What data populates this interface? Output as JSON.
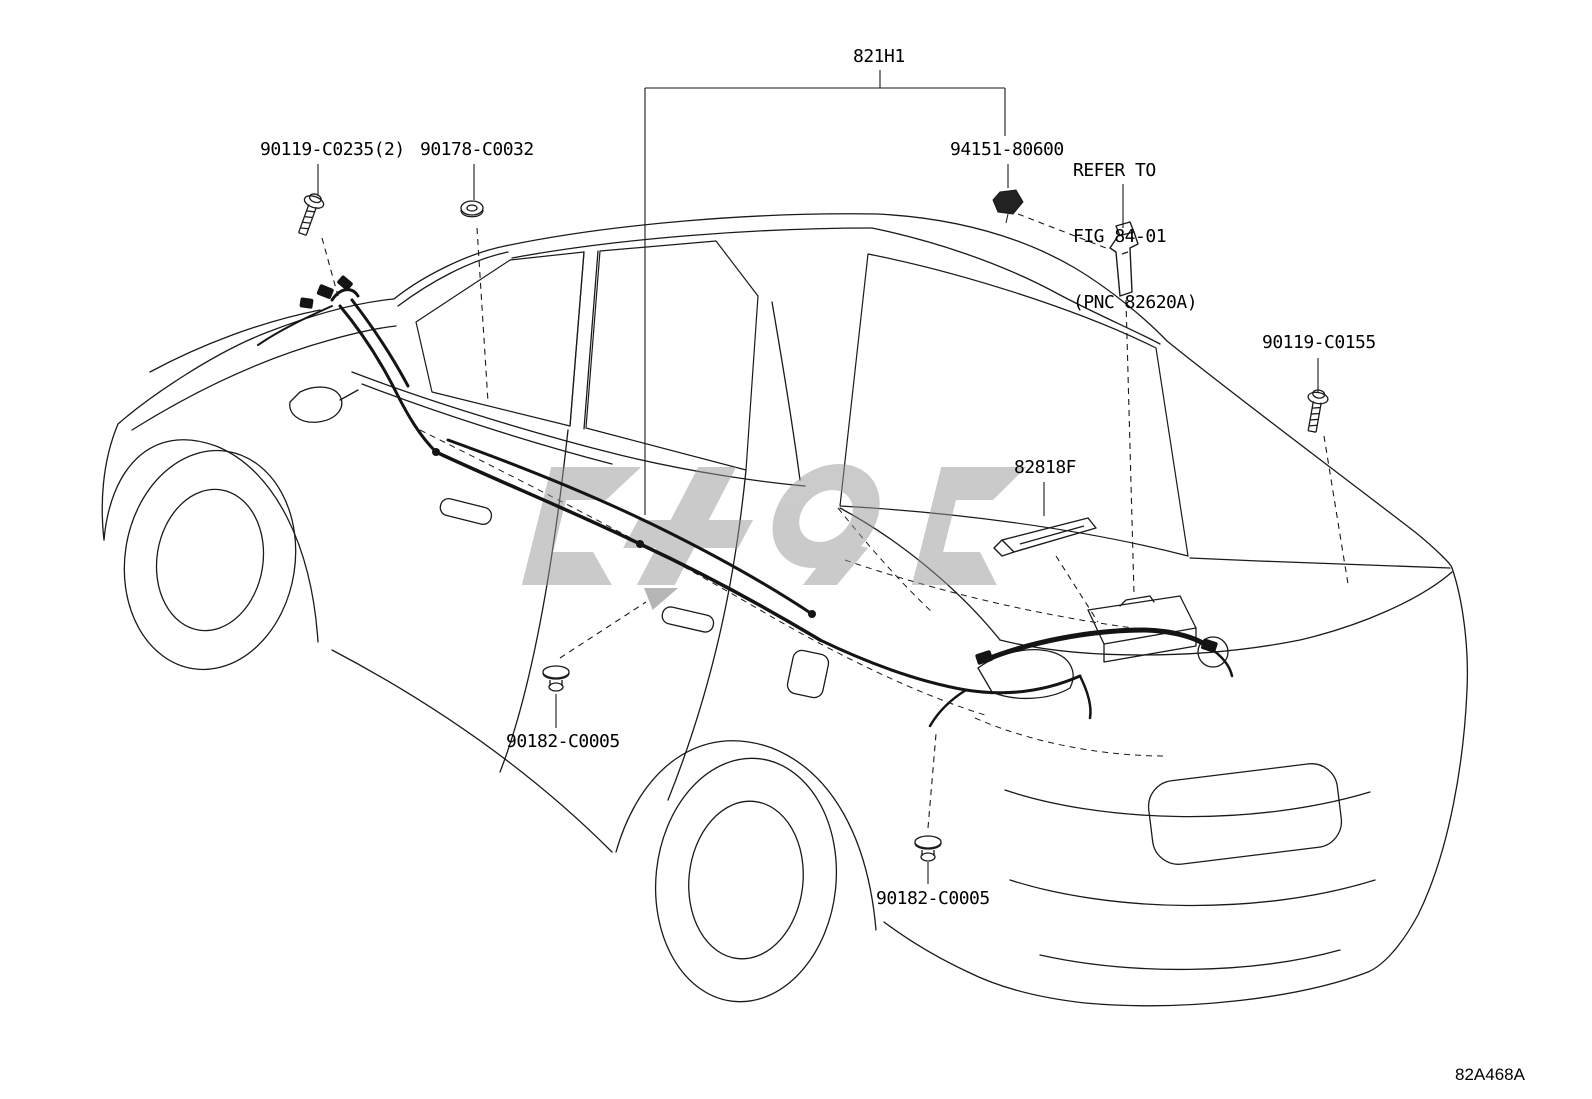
{
  "diagram": {
    "type": "vehicle-parts-diagram",
    "figure_code": "82A468A",
    "callouts": {
      "harness": {
        "label": "821H1"
      },
      "bolt_front": {
        "label": "90119-C0235(2)"
      },
      "clip_cowl": {
        "label": "90178-C0032"
      },
      "clip_rear": {
        "label": "94151-80600"
      },
      "refer_note": {
        "line1": "REFER TO",
        "line2": "FIG 84-01",
        "line3": "(PNC 82620A)"
      },
      "bolt_rear": {
        "label": "90119-C0155"
      },
      "protector": {
        "label": "82818F"
      },
      "grommet_door": {
        "label": "90182-C0005"
      },
      "grommet_floor": {
        "label": "90182-C0005"
      }
    },
    "colors": {
      "line": "#1a1a1a",
      "watermark": "#979797",
      "background": "#ffffff"
    }
  }
}
